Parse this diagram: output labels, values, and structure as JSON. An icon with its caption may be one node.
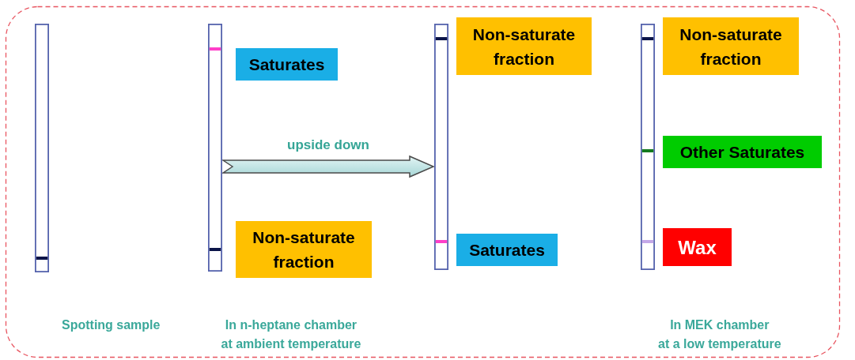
{
  "diagram": {
    "nodes": [
      {
        "text": [],
        "shape": "bar"
      },
      {
        "text": [],
        "shape": "bar"
      },
      {
        "text": [
          "Saturates"
        ]
      },
      {
        "text": [
          "Non-saturate fraction"
        ]
      },
      {
        "text": [],
        "shape": "bar"
      },
      {
        "text": [
          "Non-saturate fraction"
        ]
      },
      {
        "text": [
          "Saturates"
        ]
      },
      {
        "text": [],
        "shape": "bar"
      },
      {
        "text": [
          "Non-saturate fraction"
        ]
      },
      {
        "text": [
          "Other Saturates"
        ]
      },
      {
        "text": [
          "Wax"
        ]
      }
    ],
    "edges": [
      {
        "from": 1,
        "to": 4,
        "arrow": "to",
        "label": "upside down"
      }
    ],
    "labels": [
      "Spotting sample",
      "In n-heptane chamber at ambient temperature",
      "In MEK chamber at a low temperature"
    ]
  }
}
